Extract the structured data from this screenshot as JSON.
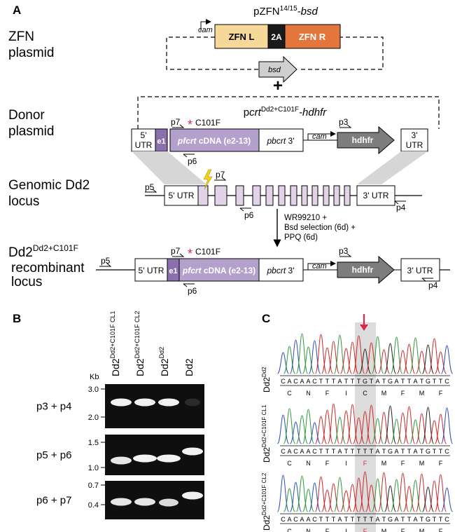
{
  "panels": {
    "a": "A",
    "b": "B",
    "c": "C"
  },
  "panel_a": {
    "rows": {
      "zfn": [
        "ZFN",
        "plasmid"
      ],
      "donor": [
        "Donor",
        "plasmid"
      ],
      "genomic": [
        "Genomic Dd2",
        "locus"
      ],
      "recomb": [
        "Dd2",
        "Dd2+C101F",
        "recombinant",
        "locus"
      ]
    },
    "zfn_plasmid": {
      "title": "pZFN",
      "title_sup": "14/15",
      "title_suffix": "-bsd",
      "cam": "cam",
      "zfn_l": "ZFN L",
      "t2a": "2A",
      "zfn_r": "ZFN R",
      "bsd": "bsd",
      "plus": "+"
    },
    "donor_plasmid": {
      "title_p": "p",
      "title_crt": "crt",
      "title_sup": "Dd2+C101F",
      "title_suffix": "-hdhfr",
      "utr5": [
        "5'",
        "UTR"
      ],
      "e1": "e1",
      "pfcrt_gene": "pfcrt",
      "pfcrt_rest": " cDNA (e2-13)",
      "pbcrt_gene": "pbcrt",
      "pbcrt_rest": " 3'",
      "cam": "cam",
      "hdhfr": "hdhfr",
      "utr3": [
        "3'",
        "UTR"
      ],
      "star": "*",
      "mutation": "C101F",
      "p7": "p7",
      "p6": "p6",
      "p3": "p3"
    },
    "genomic_locus": {
      "p5": "p5",
      "utr5": "5' UTR",
      "p7": "p7",
      "p6": "p6",
      "utr3": "3' UTR",
      "p4": "p4"
    },
    "selection": [
      "WR99210 +",
      "Bsd selection (6d) +",
      "PPQ (6d)"
    ],
    "recombinant_locus": {
      "p5": "p5",
      "utr5": "5' UTR",
      "e1": "e1",
      "pfcrt_gene": "pfcrt",
      "pfcrt_rest": " cDNA (e2-13)",
      "pbcrt_gene": "pbcrt",
      "pbcrt_rest": " 3'",
      "cam": "cam",
      "hdhfr": "hdhfr",
      "utr3": "3' UTR",
      "star": "*",
      "mutation": "C101F",
      "p7": "p7",
      "p6": "p6",
      "p3": "p3",
      "p4": "p4"
    }
  },
  "panel_b": {
    "lanes": [
      {
        "base": "Dd2",
        "sup": "Dd2+C101F CL1"
      },
      {
        "base": "Dd2",
        "sup": "Dd2+C101F CL2"
      },
      {
        "base": "Dd2",
        "sup": "Dd2"
      },
      {
        "base": "Dd2",
        "sup": ""
      }
    ],
    "kb": "Kb",
    "gels": [
      {
        "label": "p3 + p4",
        "markers": [
          "3.0",
          "2.0"
        ]
      },
      {
        "label": "p5 + p6",
        "markers": [
          "1.5",
          "1.0"
        ]
      },
      {
        "label": "p6 + p7",
        "markers": [
          "0.7",
          "0.4"
        ]
      }
    ]
  },
  "panel_c": {
    "samples": [
      {
        "base": "Dd2",
        "sup": "Dd2",
        "bases": [
          "C",
          "A",
          "C",
          "A",
          "A",
          "C",
          "T",
          "T",
          "T",
          "A",
          "T",
          "T",
          "T",
          "G",
          "T",
          "A",
          "T",
          "G",
          "A",
          "T",
          "T",
          "A",
          "T",
          "G",
          "T",
          "T",
          "C"
        ],
        "aa": [
          "C",
          "N",
          "F",
          "I",
          "C",
          "M",
          "F",
          "M",
          "F"
        ]
      },
      {
        "base": "Dd2",
        "sup": "Dd2+C101F CL1",
        "bases": [
          "C",
          "A",
          "C",
          "A",
          "A",
          "C",
          "T",
          "T",
          "T",
          "A",
          "T",
          "T",
          "T",
          "T",
          "T",
          "A",
          "T",
          "G",
          "A",
          "T",
          "T",
          "A",
          "T",
          "G",
          "T",
          "T",
          "C"
        ],
        "aa": [
          "C",
          "N",
          "F",
          "I",
          "F",
          "M",
          "F",
          "M",
          "F"
        ]
      },
      {
        "base": "Dd2",
        "sup": "Dd2+C101F CL2",
        "bases": [
          "C",
          "A",
          "C",
          "A",
          "A",
          "C",
          "T",
          "T",
          "T",
          "A",
          "T",
          "T",
          "T",
          "T",
          "T",
          "A",
          "T",
          "G",
          "A",
          "T",
          "T",
          "A",
          "T",
          "G",
          "T",
          "T",
          "C"
        ],
        "aa": [
          "C",
          "N",
          "F",
          "I",
          "F",
          "M",
          "F",
          "M",
          "F"
        ]
      }
    ],
    "mutated_aa_index": 4,
    "base_colors": {
      "A": "#2e9a3a",
      "C": "#2a4fb8",
      "G": "#222222",
      "T": "#cc2a2a"
    },
    "highlight_color": "#d62a4a"
  },
  "colors": {
    "zfn_l": "#f6d89a",
    "zfn_r": "#e2763c",
    "t2a": "#1a1a1a",
    "purple": "#8c70ae",
    "purple_light": "#b3a0cc",
    "exon": "#e3d3e8",
    "arrow_gray": "#7d7d7d",
    "bsd_gray": "#cfcfcf",
    "homology": "#d6d6d6",
    "star": "#d62a4a"
  }
}
